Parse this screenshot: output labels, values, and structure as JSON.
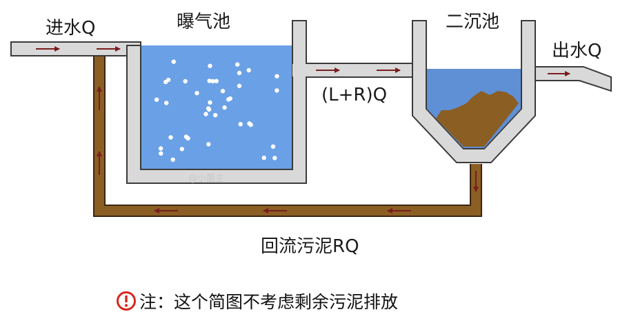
{
  "labels": {
    "inflow": "进水Q",
    "aeration_tank": "曝气池",
    "clarifier": "二沉池",
    "outflow": "出水Q",
    "mixed_flow": "(L+R)Q",
    "return_sludge": "回流污泥RQ",
    "watermark": "@小菌主"
  },
  "note": {
    "icon": "exclamation-circle-icon",
    "text": "注：这个简图不考虑剩余污泥排放"
  },
  "colors": {
    "wall_fill": "#d9d9d9",
    "wall_stroke": "#3a3a3a",
    "water": "#6aa0e6",
    "clarifier_water": "#5f8fd4",
    "sludge": "#8b5e24",
    "sludge_dark": "#3b2410",
    "arrow": "#7a1d1d",
    "note_red": "#d9251c"
  },
  "bubble_count": 40
}
